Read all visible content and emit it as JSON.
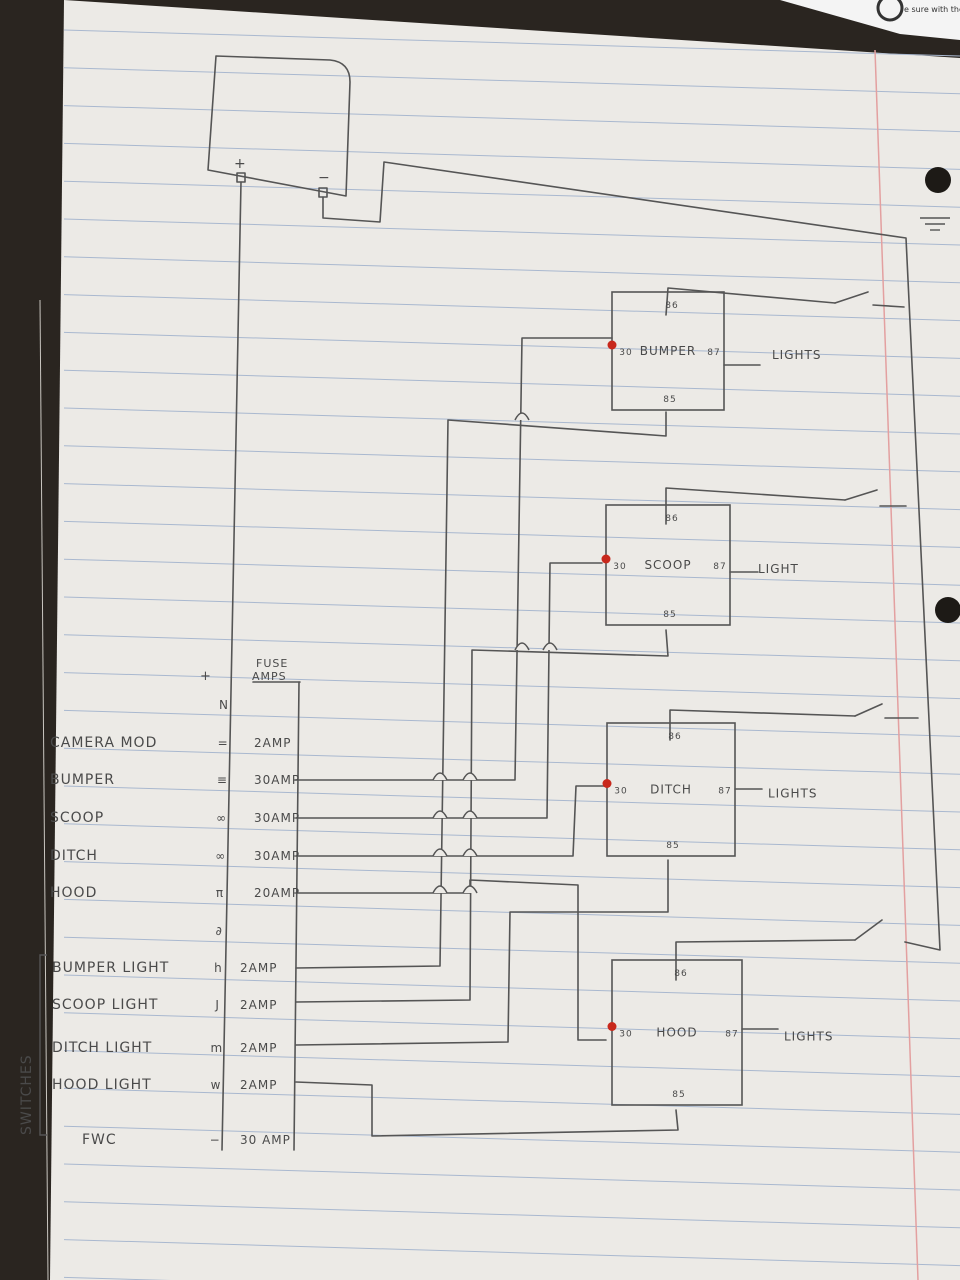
{
  "colors": {
    "paper": "#eceae6",
    "rule_line": "#a9b8cf",
    "margin_line": "#e3a0a0",
    "pencil": "#555555",
    "terminal_dot": "#c8281c",
    "background": "#2a2520"
  },
  "corner_note": "e sure with the",
  "battery": {
    "positive": "+",
    "negative": "−"
  },
  "fuse_header": {
    "line1": "FUSE",
    "line2": "AMPS"
  },
  "terminal_block": {
    "plus": "+"
  },
  "rows": [
    {
      "name": "",
      "pin": "N",
      "amp": ""
    },
    {
      "name": "CAMERA MOD",
      "pin": "=",
      "amp": "2AMP"
    },
    {
      "name": "BUMPER",
      "pin": "≡",
      "amp": "30AMP"
    },
    {
      "name": "SCOOP",
      "pin": "∞",
      "amp": "30AMP"
    },
    {
      "name": "DITCH",
      "pin": "∞",
      "amp": "30AMP"
    },
    {
      "name": "HOOD",
      "pin": "π",
      "amp": "20AMP"
    },
    {
      "name": "",
      "pin": "∂",
      "amp": ""
    },
    {
      "name": "BUMPER LIGHT",
      "pin": "h",
      "amp": "2AMP"
    },
    {
      "name": "SCOOP LIGHT",
      "pin": "J",
      "amp": "2AMP"
    },
    {
      "name": "DITCH LIGHT",
      "pin": "m",
      "amp": "2AMP"
    },
    {
      "name": "HOOD LIGHT",
      "pin": "w",
      "amp": "2AMP"
    },
    {
      "name": "FWC",
      "pin": "−",
      "amp": "30 AMP"
    }
  ],
  "switches_label": "SWITCHES",
  "relays": [
    {
      "name": "BUMPER",
      "pin_top": "86",
      "pin_left": "30",
      "pin_right": "87",
      "pin_bottom": "85",
      "output": "LIGHTS"
    },
    {
      "name": "SCOOP",
      "pin_top": "86",
      "pin_left": "30",
      "pin_right": "87",
      "pin_bottom": "85",
      "output": "LIGHT"
    },
    {
      "name": "DITCH",
      "pin_top": "86",
      "pin_left": "30",
      "pin_right": "87",
      "pin_bottom": "85",
      "output": "LIGHTS"
    },
    {
      "name": "HOOD",
      "pin_top": "86",
      "pin_left": "30",
      "pin_right": "87",
      "pin_bottom": "85",
      "output": "LIGHTS"
    }
  ]
}
